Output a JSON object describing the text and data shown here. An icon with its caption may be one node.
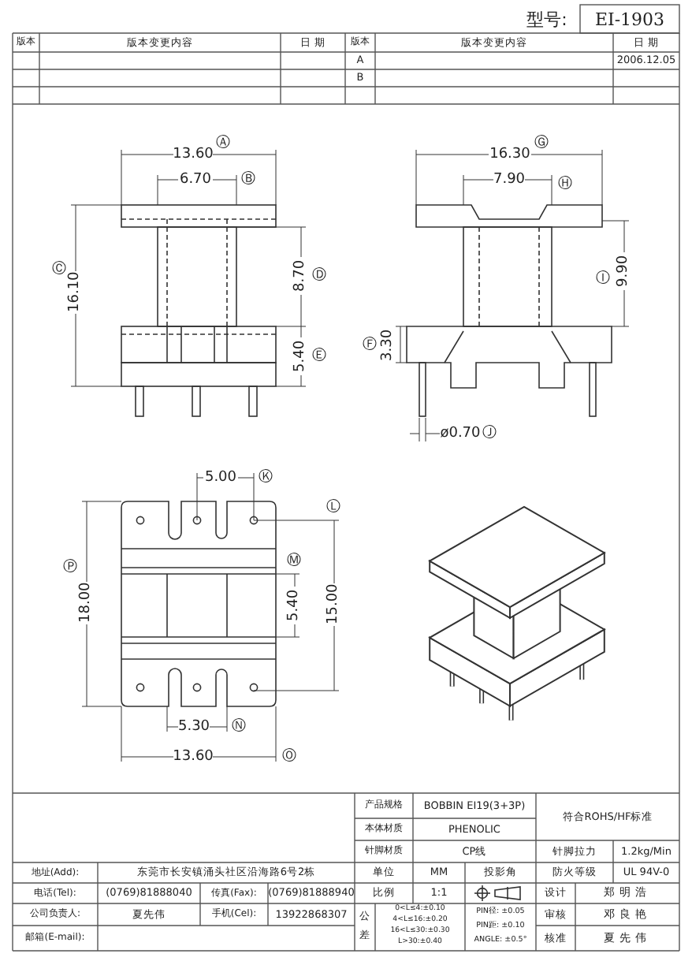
{
  "diagram": {
    "labels": [
      "型号:",
      "EI-1903",
      "版本",
      "版本变更内容",
      "日 期",
      "版本",
      "版本变更内容",
      "日 期",
      "A",
      "2006.12.05",
      "B",
      "13.60",
      "Ⓐ",
      "16.30",
      "Ⓖ",
      "6.70",
      "Ⓑ",
      "7.90",
      "Ⓗ",
      "Ⓒ",
      "16.10",
      "8.70",
      "Ⓓ",
      "Ⓘ",
      "9.90",
      "5.40",
      "Ⓔ",
      "Ⓕ",
      "3.30",
      "ø0.70",
      "Ⓙ",
      "5.00",
      "Ⓚ",
      "Ⓛ",
      "Ⓜ",
      "Ⓟ",
      "18.00",
      "5.40",
      "15.00",
      "5.30",
      "Ⓝ",
      "13.60",
      "Ⓞ",
      "产品规格",
      "BOBBIN EI19(3+3P)",
      "符合ROHS/HF标准",
      "本体材质",
      "PHENOLIC",
      "针脚材质",
      "CP线",
      "针脚拉力",
      "1.2kg/Min",
      "地址(Add):",
      "东莞市长安镇涌头社区沿海路6号2栋",
      "单位",
      "MM",
      "投影角",
      "防火等级",
      "UL 94V-0",
      "电话(Tel):",
      "(0769)81888040",
      "传真(Fax):",
      "(0769)81888940",
      "比例",
      "1:1",
      "设计",
      "郑明浩",
      "公司负责人:",
      "夏先伟",
      "手机(Cel):",
      "13922868307",
      "公差",
      "0<L≤4:±0.10",
      "4<L≤16:±0.20",
      "16<L≤30:±0.30",
      "L>30:±0.40",
      "PIN径: ±0.05",
      "PIN距: ±0.10",
      "ANGLE: ±0.5°",
      "审核",
      "邓良艳",
      "邮箱(E-mail):",
      "核准",
      "夏先伟"
    ]
  }
}
